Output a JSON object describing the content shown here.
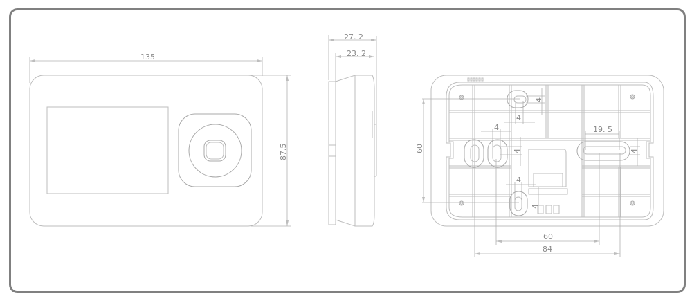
{
  "drawing": {
    "type": "dimensioned technical drawing",
    "subject": "wall-mounted device with screen and round control button",
    "units": "mm",
    "frame_color": "#808080",
    "line_color": "#bdbdbd"
  },
  "front_view": {
    "width_label": "135",
    "height_label": "87.5"
  },
  "side_view": {
    "overall_depth_label": "27. 2",
    "body_depth_label": "23. 2"
  },
  "back_view": {
    "vertical_spacing_label": "60",
    "slot_top_height_label": "4",
    "slot_top_width_label": "4",
    "slot_left_width_label": "4",
    "slot_left_height_label": "4",
    "slot_bottom_width_label": "4",
    "slot_bottom_height_label": "4",
    "slot_right_length_label": "19. 5",
    "slot_right_height_label": "4",
    "horizontal_spacing_inner_label": "60",
    "horizontal_spacing_outer_label": "84"
  }
}
